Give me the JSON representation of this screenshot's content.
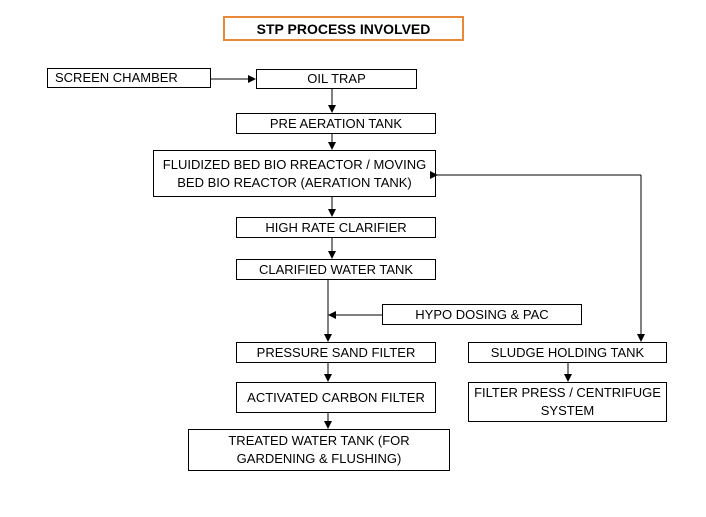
{
  "title": "STP PROCESS INVOLVED",
  "nodes": {
    "screen_chamber": "SCREEN CHAMBER",
    "oil_trap": "OIL TRAP",
    "pre_aeration": "PRE AERATION TANK",
    "fbbr_line1": "FLUIDIZED BED BIO RREACTOR / MOVING",
    "fbbr_line2": "BED BIO REACTOR (AERATION TANK)",
    "high_rate_clarifier": "HIGH RATE CLARIFIER",
    "clarified_water_tank": "CLARIFIED WATER TANK",
    "hypo_dosing": "HYPO DOSING & PAC",
    "pressure_sand_filter": "PRESSURE SAND FILTER",
    "activated_carbon_filter": "ACTIVATED CARBON FILTER",
    "treated_water_line1": "TREATED WATER TANK (FOR",
    "treated_water_line2": "GARDENING & FLUSHING)",
    "sludge_holding_tank": "SLUDGE HOLDING TANK",
    "filter_press_line1": "FILTER PRESS / CENTRIFUGE",
    "filter_press_line2": "SYSTEM"
  },
  "colors": {
    "title_border": "#e8893a",
    "lines": "#000000"
  }
}
